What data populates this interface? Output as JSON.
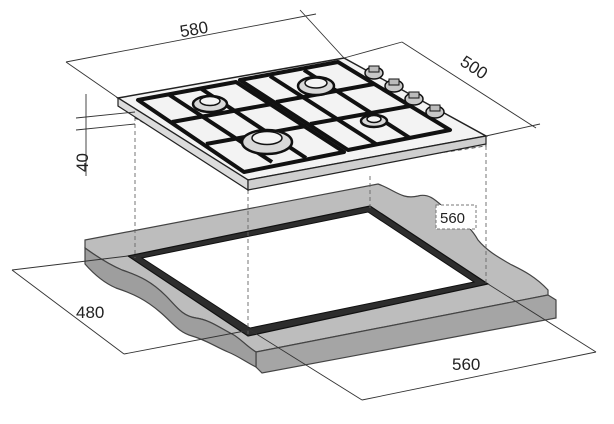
{
  "dimensions": {
    "hob_width": "580",
    "hob_depth": "500",
    "hob_height": "40",
    "cutout_width": "560",
    "cutout_depth": "480",
    "cutout_inner": "560"
  },
  "colors": {
    "countertop_fill": "#b5b5b5",
    "countertop_stroke": "#444444",
    "cutout_hole": "#2a2a2a",
    "hob_fill": "#f2f2f2",
    "line": "#333333"
  }
}
